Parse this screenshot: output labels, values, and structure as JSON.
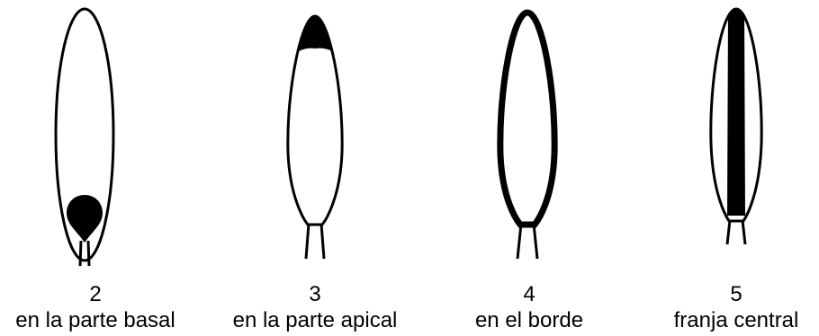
{
  "figures": [
    {
      "number": "2",
      "caption": "en la parte basal"
    },
    {
      "number": "3",
      "caption": "en la parte apical"
    },
    {
      "number": "4",
      "caption": "en el borde"
    },
    {
      "number": "5",
      "caption": "franja central"
    }
  ],
  "colors": {
    "ink": "#000000",
    "background": "#ffffff"
  }
}
